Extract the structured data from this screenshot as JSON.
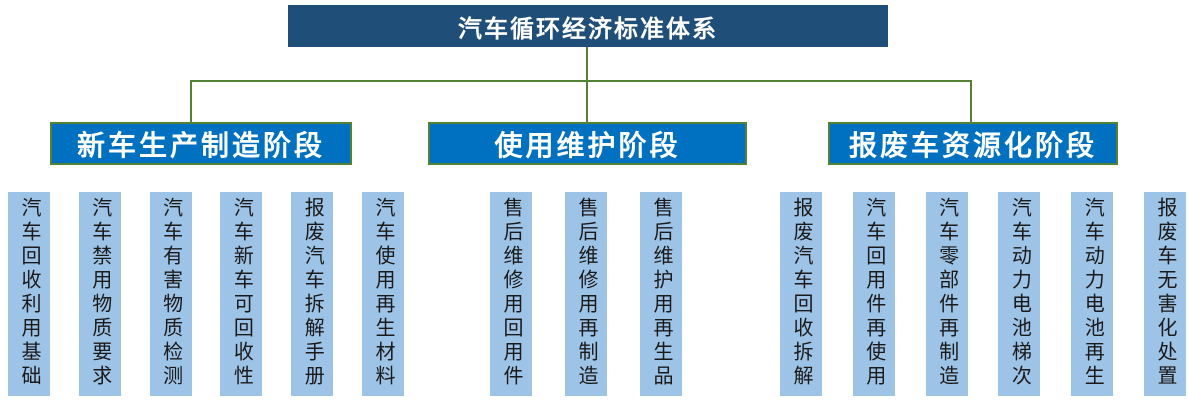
{
  "root": {
    "label": "汽车循环经济标准体系"
  },
  "colors": {
    "root_bg": "#1F4E79",
    "root_text": "#FFFFFF",
    "stage_bg": "#0070C0",
    "stage_border": "#538135",
    "stage_text": "#FFFFFF",
    "column_bg": "#9DC3E6",
    "column_text": "#1A1A1A",
    "connector": "#538135",
    "canvas_bg": "#FFFFFF"
  },
  "groups": [
    {
      "stage": "新车生产制造阶段",
      "items": [
        "汽车回收利用基础",
        "汽车禁用物质要求",
        "汽车有害物质检测",
        "汽车新车可回收性",
        "报废汽车拆解手册",
        "汽车使用再生材料"
      ]
    },
    {
      "stage": "使用维护阶段",
      "items": [
        "售后维修用回用件",
        "售后维修用再制造",
        "售后维护用再生品"
      ]
    },
    {
      "stage": "报废车资源化阶段",
      "items": [
        "报废汽车回收拆解",
        "汽车回用件再使用",
        "汽车零部件再制造",
        "汽车动力电池梯次",
        "汽车动力电池再生",
        "报废车无害化处置"
      ]
    }
  ]
}
